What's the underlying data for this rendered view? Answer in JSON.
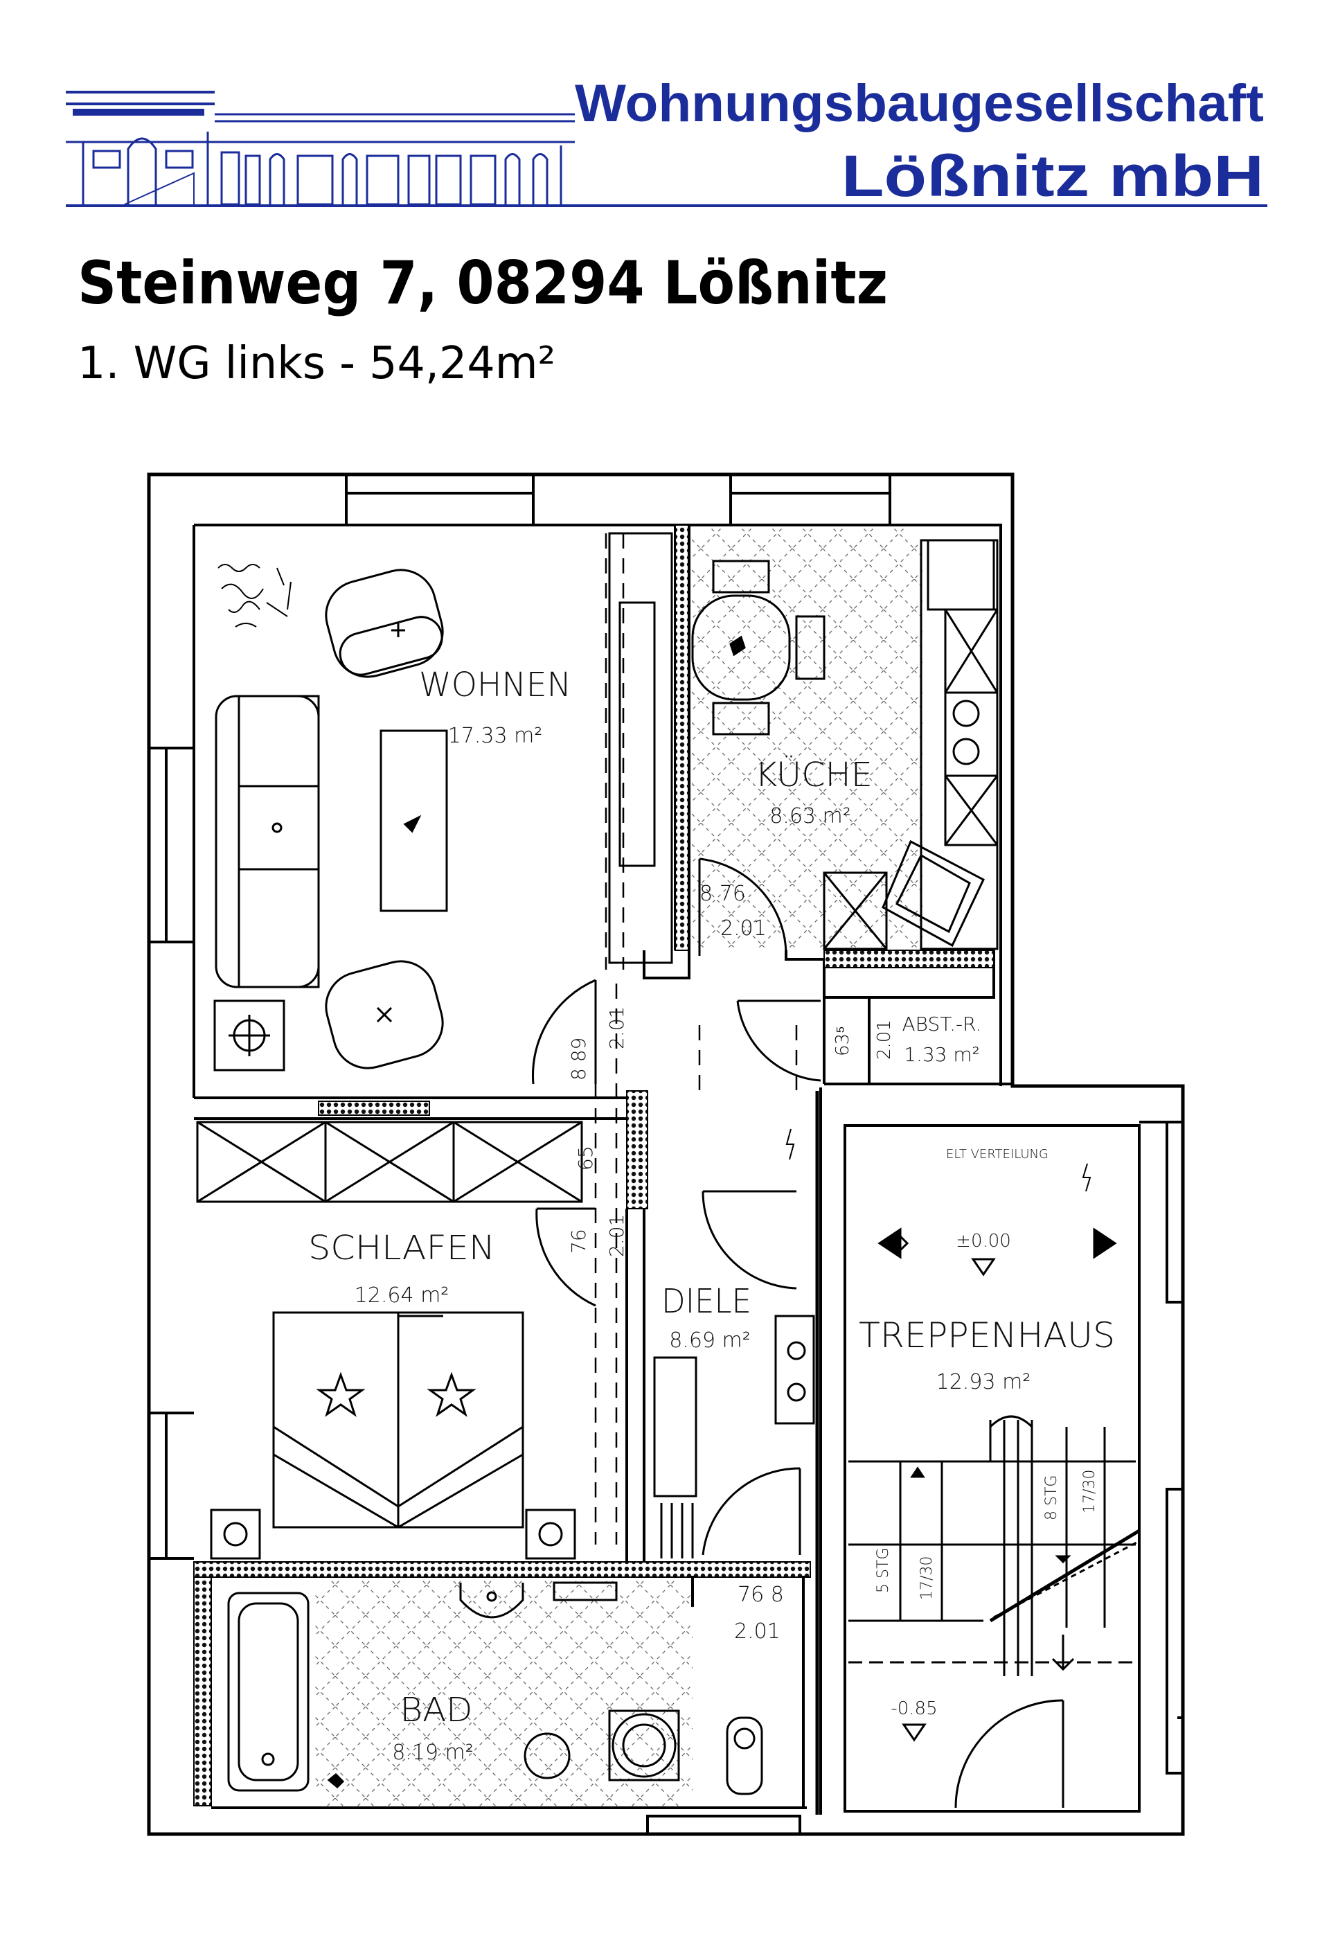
{
  "header": {
    "company_line1": "Wohnungsbaugesellschaft",
    "company_line2": "Lößnitz mbH",
    "brand_color": "#1b2d9b"
  },
  "address": {
    "title": "Steinweg 7, 08294 Lößnitz",
    "subtitle": "1. WG links - 54,24m²"
  },
  "rooms": {
    "wohnen": {
      "name": "WOHNEN",
      "area": "17.33 m²"
    },
    "kueche": {
      "name": "KÜCHE",
      "area": "8.63 m²"
    },
    "abst": {
      "name": "ABST.-R.",
      "area": "1.33 m²"
    },
    "schlafen": {
      "name": "SCHLAFEN",
      "area": "12.64 m²"
    },
    "diele": {
      "name": "DIELE",
      "area": "8.69 m²"
    },
    "treppenhaus": {
      "name": "TREPPENHAUS",
      "area": "12.93 m²"
    },
    "bad": {
      "name": "BAD",
      "area": "8.19 m²"
    }
  },
  "dimensions": {
    "kitchen_door_w": "8 76",
    "kitchen_door_h": "2.01",
    "living_door_w": "8 89",
    "living_door_h": "2.01",
    "abst_door_w": "63⁵",
    "abst_door_h": "2.01",
    "bedroom_wardrobe": "65",
    "bedroom_door_w": "76",
    "bedroom_door_h": "2.01",
    "bath_door_w": "76 8",
    "bath_door_h": "2.01"
  },
  "stairs": {
    "elt_label": "ELT VERTEILUNG",
    "level_top": "±0.00",
    "level_bottom": "-0.85",
    "flight1_count": "5 STG",
    "flight1_ratio": "17/30",
    "flight2_count": "8 STG",
    "flight2_ratio": "17/30"
  }
}
